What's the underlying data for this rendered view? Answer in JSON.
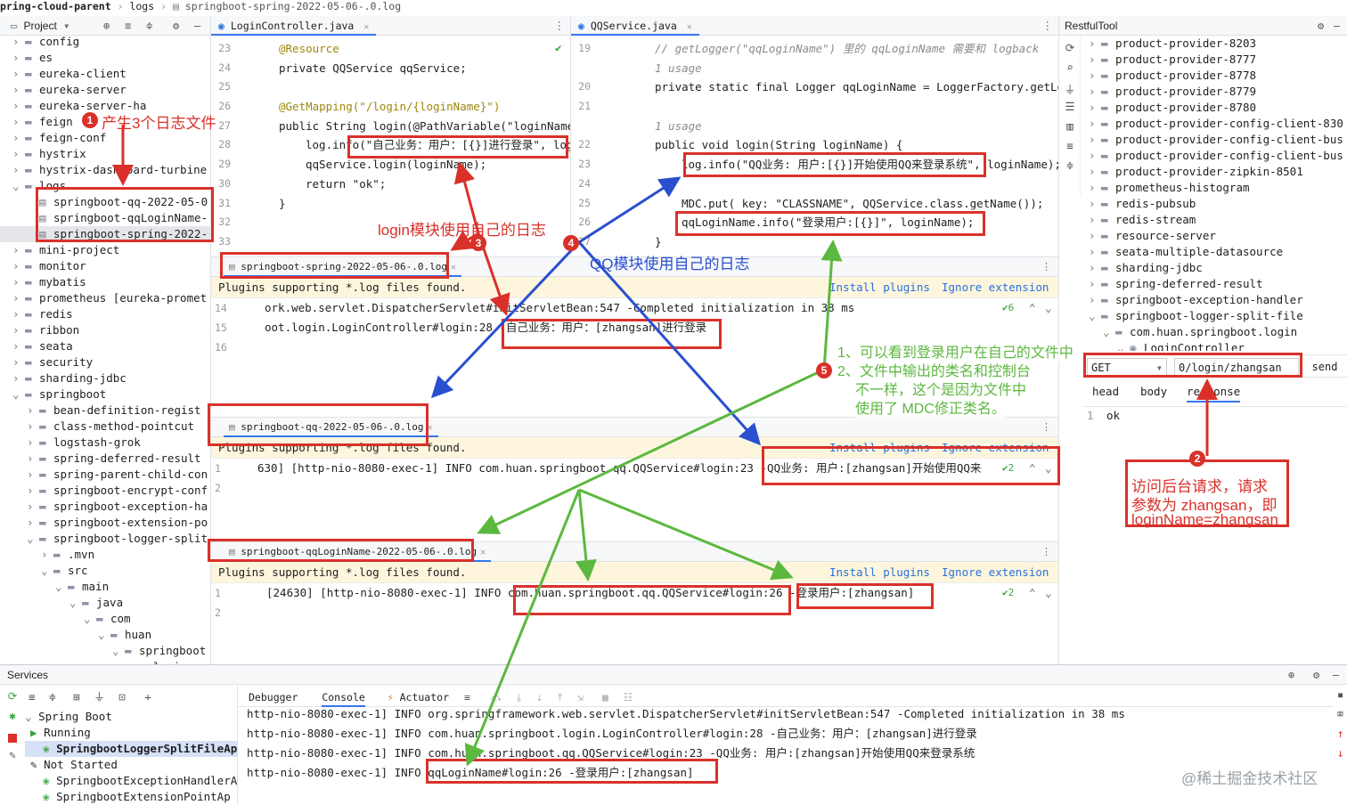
{
  "breadcrumb": {
    "project": "pring-cloud-parent",
    "folder": "logs",
    "file": "springboot-spring-2022-05-06-.0.log"
  },
  "project_panel": {
    "title": "Project",
    "items": [
      "config",
      "es",
      "eureka-client",
      "eureka-server",
      "eureka-server-ha",
      "feign",
      "feign-conf",
      "hystrix",
      "hystrix-dashboard-turbine",
      "logs",
      "springboot-qq-2022-05-0",
      "springboot-qqLoginName-",
      "springboot-spring-2022-",
      "mini-project",
      "monitor",
      "mybatis",
      "prometheus [eureka-promet",
      "redis",
      "ribbon",
      "seata",
      "security",
      "sharding-jdbc",
      "springboot",
      "bean-definition-regist",
      "class-method-pointcut",
      "logstash-grok",
      "spring-deferred-result",
      "spring-parent-child-con",
      "springboot-encrypt-conf",
      "springboot-exception-ha",
      "springboot-extension-po",
      "springboot-logger-split",
      ".mvn",
      "src",
      "main",
      "java",
      "com",
      "huan",
      "springboot",
      "login"
    ]
  },
  "editor_left": {
    "tab": "LoginController.java",
    "gutter": [
      "23",
      "24",
      "25",
      "26",
      "27",
      "28",
      "29",
      "30",
      "31",
      "32",
      "33"
    ],
    "lines": [
      "@Resource",
      "private QQService qqService;",
      "",
      "@GetMapping(\"/login/{loginName}\")",
      "public String login(@PathVariable(\"loginName\")",
      "log.info(\"自己业务：用户：[{}]进行登录\", loginName);",
      "qqService.login(loginName);",
      "return \"ok\";",
      "}",
      "",
      ""
    ]
  },
  "editor_right": {
    "tab": "QQService.java",
    "gutter": [
      "19",
      "",
      "20",
      "21",
      "",
      "22",
      "23",
      "24",
      "25",
      "26",
      "27"
    ],
    "lines": [
      "// getLogger(\"qqLoginName\") 里的 qqLoginName 需要和 logback",
      "1 usage",
      "private static final Logger qqLoginName = LoggerFactory.getLo",
      "",
      "1 usage",
      "public void login(String loginName) {",
      "log.info(\"QQ业务: 用户:[{}]开始使用QQ来登录系统\", loginName);",
      "",
      "MDC.put( key: \"CLASSNAME\", QQService.class.getName());",
      "qqLoginName.info(\"登录用户:[{}]\", loginName);",
      "}"
    ]
  },
  "log_panels": [
    {
      "tab": "springboot-spring-2022-05-06-.0.log",
      "notice": "Plugins supporting *.log files found.",
      "install": "Install plugins",
      "ignore": "Ignore extension",
      "gutter": [
        "14",
        "15",
        "16"
      ],
      "lines": [
        "ork.web.servlet.DispatcherServlet#initServletBean:547 -Completed initialization in 38 ms",
        "oot.login.LoginController#login:28 -自己业务：用户：[zhangsan]进行登录",
        ""
      ],
      "count": "6"
    },
    {
      "tab": "springboot-qq-2022-05-06-.0.log",
      "notice": "Plugins supporting *.log files found.",
      "install": "Install plugins",
      "ignore": "Ignore extension",
      "gutter": [
        "1",
        "2"
      ],
      "lines": [
        "630] [http-nio-8080-exec-1] INFO  com.huan.springboot.qq.QQService#login:23 -QQ业务: 用户:[zhangsan]开始使用QQ来",
        ""
      ],
      "count": "2"
    },
    {
      "tab": "springboot-qqLoginName-2022-05-06-.0.log",
      "notice": "Plugins supporting *.log files found.",
      "install": "Install plugins",
      "ignore": "Ignore extension",
      "gutter": [
        "1",
        "2"
      ],
      "lines": [
        "[24630] [http-nio-8080-exec-1] INFO  com.huan.springboot.qq.QQService#login:26 -登录用户:[zhangsan]",
        ""
      ],
      "count": "2"
    }
  ],
  "restful_tool": {
    "title": "RestfulTool",
    "items": [
      "product-provider-8203",
      "product-provider-8777",
      "product-provider-8778",
      "product-provider-8779",
      "product-provider-8780",
      "product-provider-config-client-830",
      "product-provider-config-client-bus",
      "product-provider-config-client-bus",
      "product-provider-zipkin-8501",
      "prometheus-histogram",
      "redis-pubsub",
      "redis-stream",
      "resource-server",
      "seata-multiple-datasource",
      "sharding-jdbc",
      "spring-deferred-result",
      "springboot-exception-handler",
      "springboot-logger-split-file",
      "com.huan.springboot.login",
      "LoginController"
    ],
    "method": "GET",
    "url": "0/login/zhangsan",
    "send": "send",
    "tabs": [
      "head",
      "body",
      "response"
    ],
    "response_line": "1",
    "response": "ok"
  },
  "services": {
    "title": "Services",
    "tabs": [
      "Debugger",
      "Console",
      "Actuator"
    ],
    "tree": [
      "Spring Boot",
      "Running",
      "SpringbootLoggerSplitFileAp",
      "Not Started",
      "SpringbootExceptionHandlerA",
      "SpringbootExtensionPointAp"
    ],
    "console": [
      "http-nio-8080-exec-1] INFO  org.springframework.web.servlet.DispatcherServlet#initServletBean:547 -Completed initialization in 38 ms",
      "http-nio-8080-exec-1] INFO  com.huan.springboot.login.LoginController#login:28 -自己业务：用户：[zhangsan]进行登录",
      "http-nio-8080-exec-1] INFO  com.huan.springboot.qq.QQService#login:23 -QQ业务: 用户:[zhangsan]开始使用QQ来登录系统",
      "http-nio-8080-exec-1] INFO  qqLoginName#login:26 -登录用户:[zhangsan]"
    ]
  },
  "annotations": {
    "n1": "1",
    "t1": "产生3个日志文件",
    "n2": "2",
    "t2a": "访问后台请求，请求",
    "t2b": "参数为 zhangsan，即",
    "t2c": "loginName=zhangsan",
    "n3": "3",
    "t3": "login模块使用自己的日志",
    "n4": "4",
    "t4": "QQ模块使用自己的日志",
    "n5": "5",
    "t5a": "1、可以看到登录用户在自己的文件中",
    "t5b": "2、文件中输出的类名和控制台",
    "t5c": "不一样，这个是因为文件中",
    "t5d": "使用了 MDC修正类名。"
  },
  "watermark": "@稀土掘金技术社区",
  "colors": {
    "annotation_red": "#d9312a",
    "annotation_green": "#5cb83f",
    "annotation_blue": "#2a4fcf",
    "accent": "#2a6fdc"
  }
}
